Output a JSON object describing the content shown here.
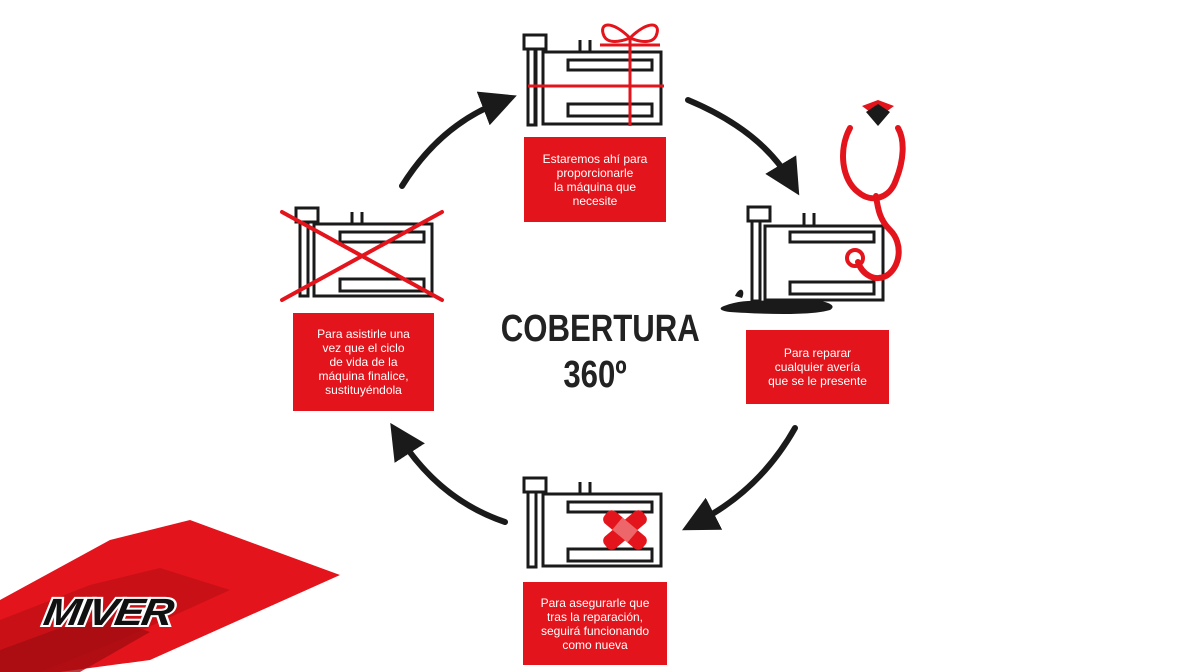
{
  "title": {
    "line1": "COBERTURA",
    "line2": "360º"
  },
  "steps": {
    "top": "Estaremos ahí para\nproporcionarle\nla máquina que\nnecesite",
    "right": "Para reparar\ncualquier avería\nque se le presente",
    "bottom": "Para asegurarle que\ntras la reparación,\nseguirá funcionando\ncomo nueva",
    "left": "Para asistirle una\nvez que el ciclo\nde vida de la\nmáquina finalice,\nsustituyéndola"
  },
  "brand": {
    "logo_text": "MIVER"
  },
  "colors": {
    "accent": "#e3141b",
    "ink": "#1a1a1a",
    "background": "#ffffff"
  },
  "icons": [
    "gift-bow-icon",
    "stethoscope-icon",
    "bandage-icon",
    "cross-out-icon",
    "cycle-arrow-icon"
  ]
}
